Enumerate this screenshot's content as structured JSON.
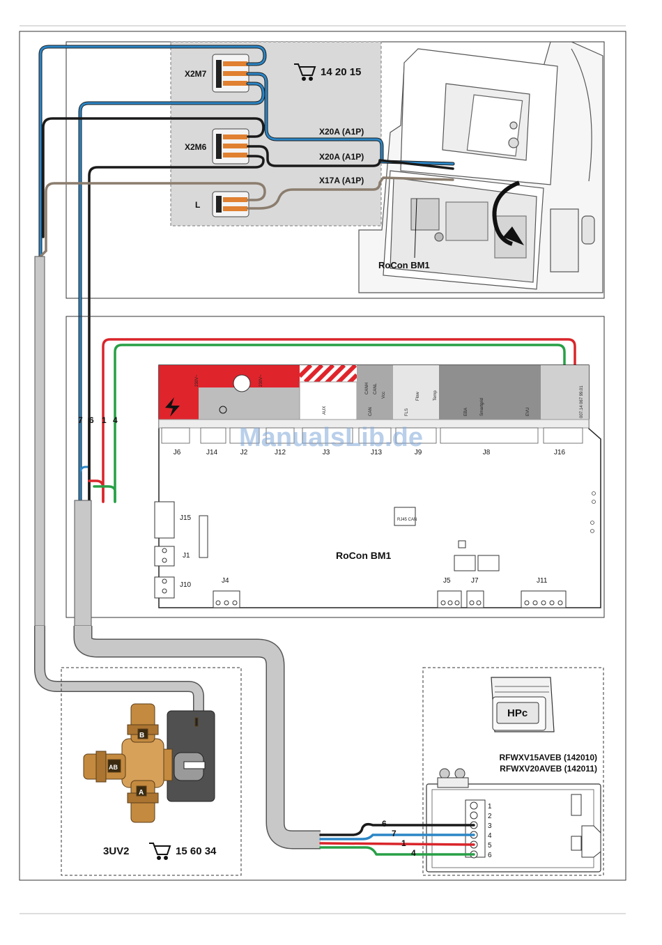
{
  "top": {
    "plug_x2m7": "X2M7",
    "plug_x2m6": "X2M6",
    "plug_l": "L",
    "order_number": "14 20 15",
    "term1": "X20A  (A1P)",
    "term2": "X20A (A1P)",
    "term3": "X17A (A1P)",
    "board_label": "RoCon BM1"
  },
  "cable_numbers": [
    "7",
    "6",
    "1",
    "4"
  ],
  "board": {
    "title": "RoCon BM1",
    "connectors": [
      "J6",
      "J14",
      "J2",
      "J12",
      "J3",
      "J13",
      "J9",
      "J8",
      "J16"
    ],
    "lower_connectors": [
      "J15",
      "J1",
      "J10",
      "J4",
      "J5",
      "J7",
      "J11"
    ],
    "bus_labels": [
      "CANH",
      "CANL",
      "Vcc"
    ],
    "aux_labels": [
      "AUX",
      "CAN",
      "FLS",
      "Flow",
      "Temp",
      "EBA",
      "Smartgrid",
      "EVU"
    ],
    "part_code": "007.14 067 99.01",
    "rj45_label": "RJ45 CAN",
    "voltage": "230V~"
  },
  "valve": {
    "label": "3UV2",
    "order_number": "15 60 34",
    "port_a": "A",
    "port_b": "B",
    "port_ab": "AB"
  },
  "hpc": {
    "badge": "HPc",
    "model1": "RFWXV15AVEB (142010)",
    "model2": "RFWXV20AVEB (142011)",
    "terminal_numbers": [
      "1",
      "2",
      "3",
      "4",
      "5",
      "6"
    ],
    "wire_labels": [
      "6",
      "7",
      "1",
      "4"
    ]
  },
  "watermark": "ManualsLib.de",
  "colors": {
    "blue": "#2b86c6",
    "black": "#1a1a1a",
    "brown": "#8b7d6e",
    "red": "#d9252a",
    "green": "#27a046",
    "panel_grey": "#d9d9d9",
    "cable_grey": "#c8c8c8",
    "warn_red": "#e0242c"
  }
}
